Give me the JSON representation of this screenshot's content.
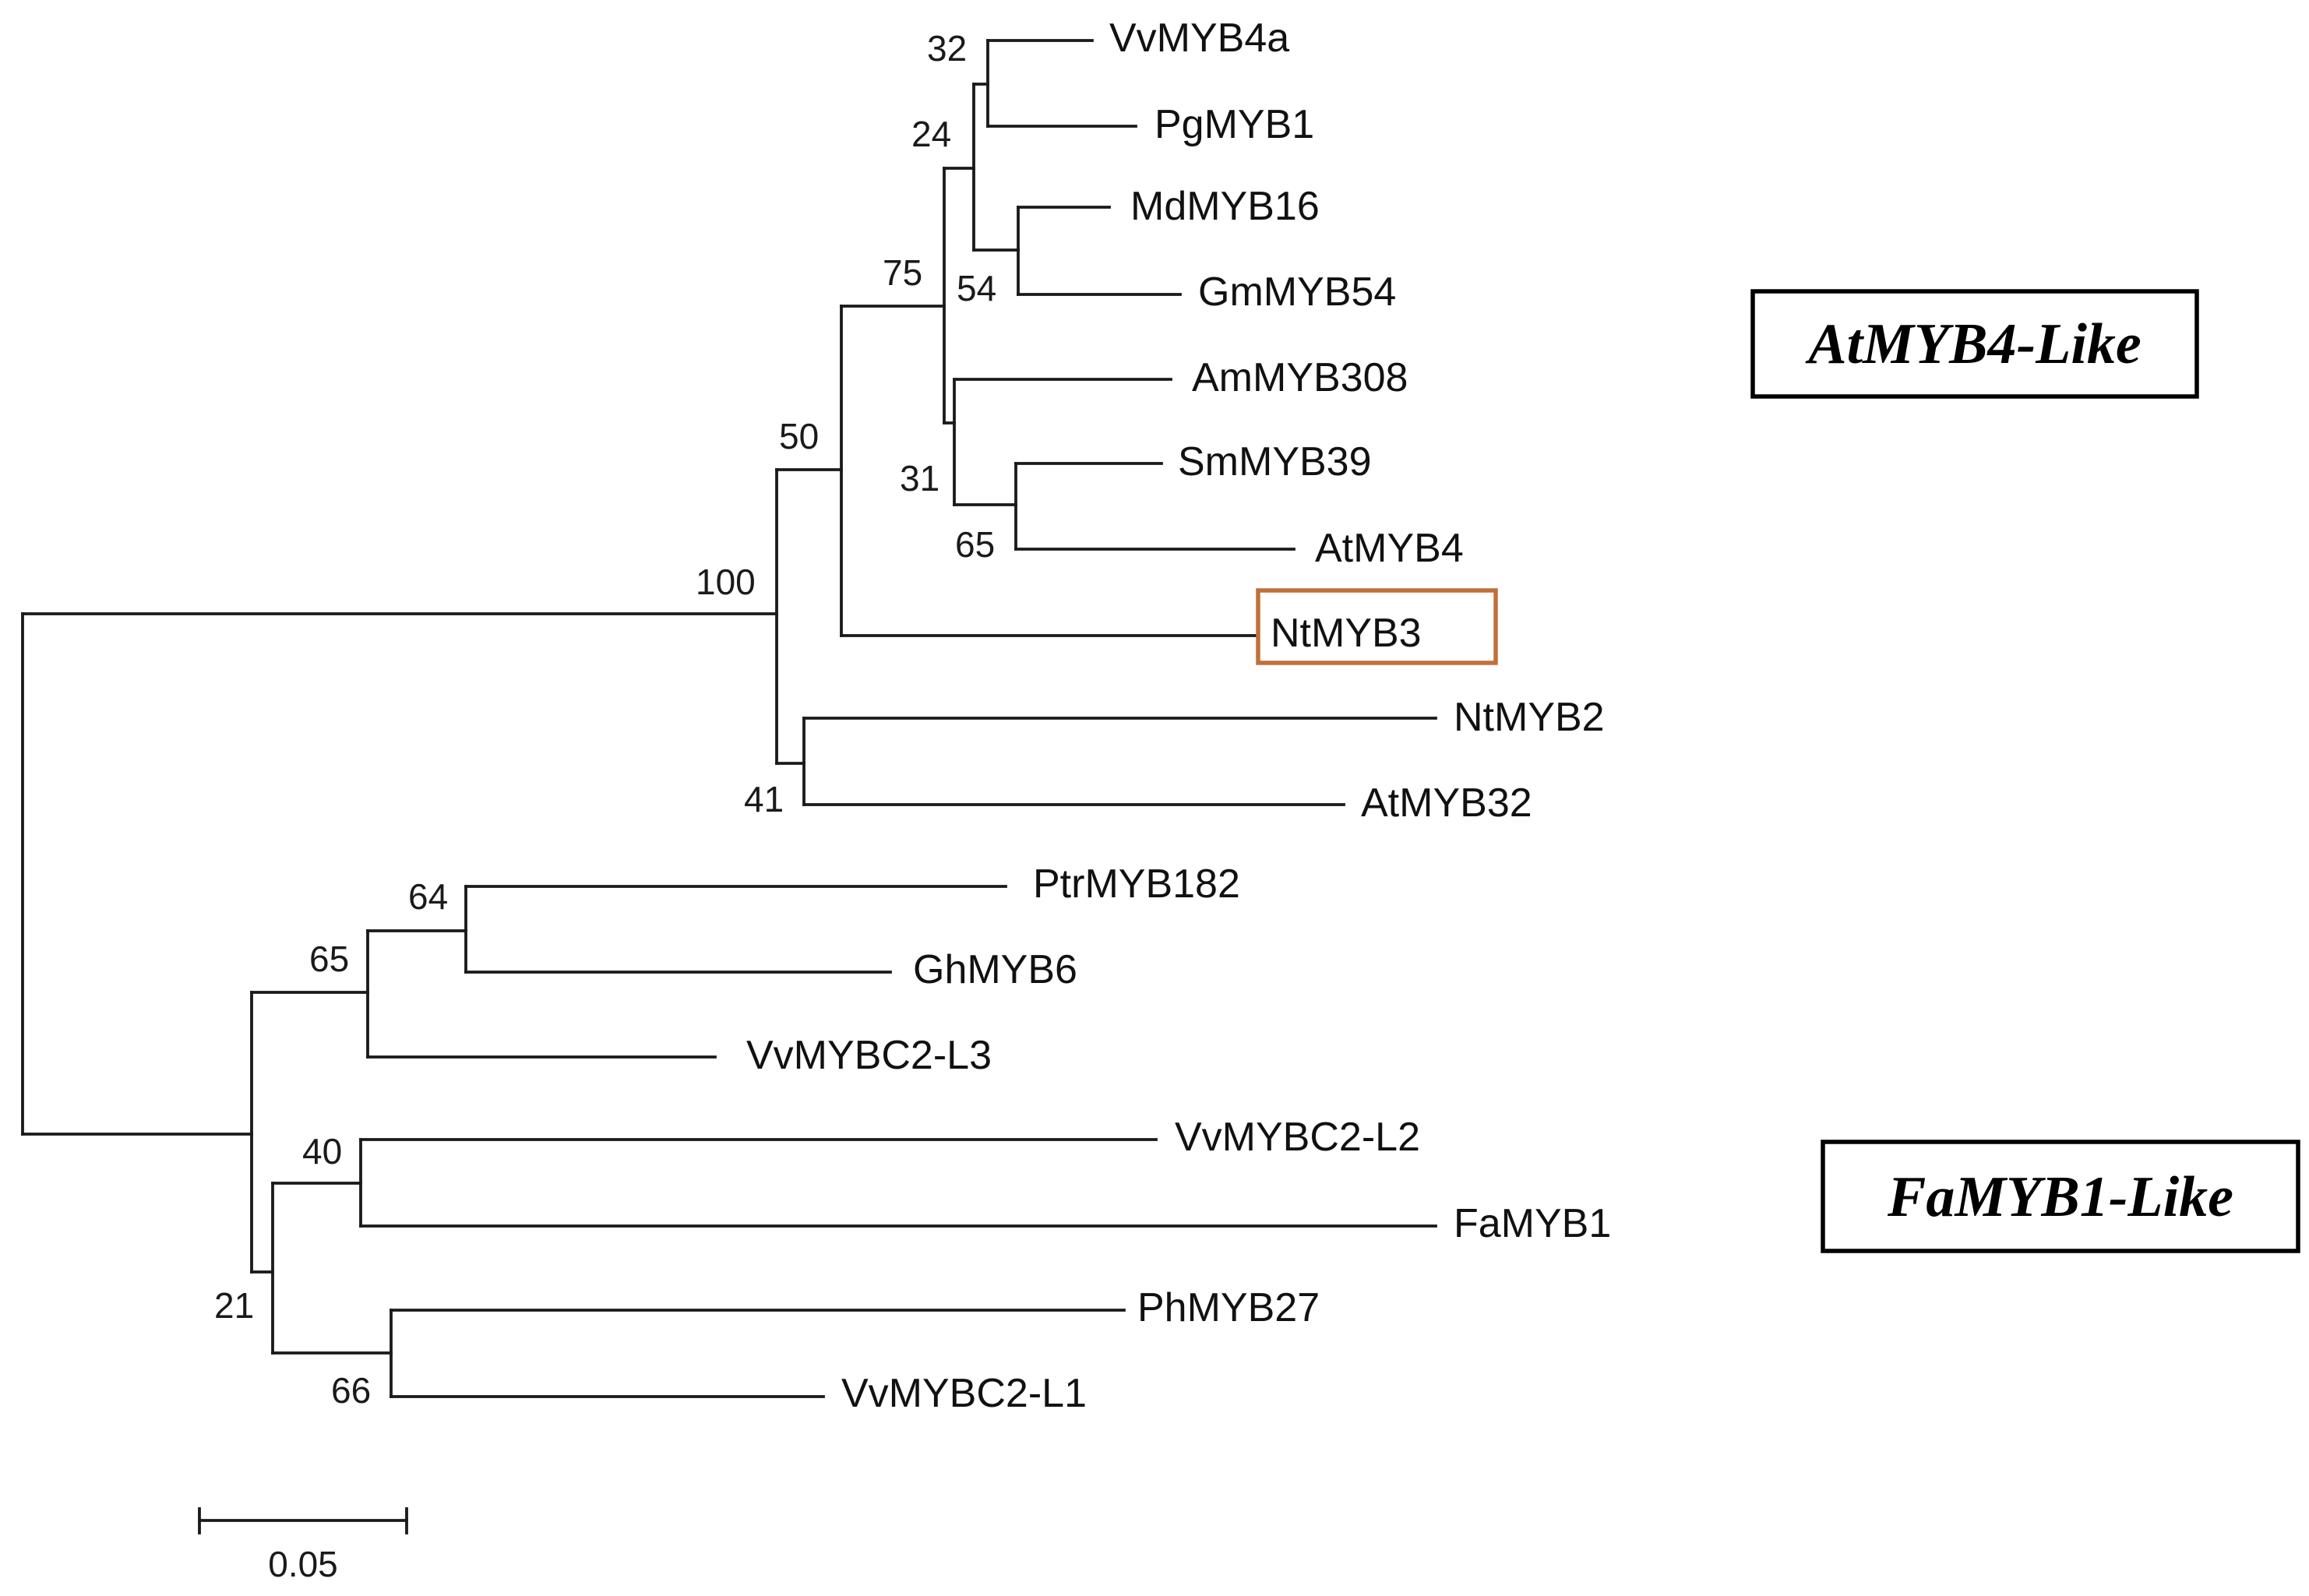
{
  "tree": {
    "leaves": [
      {
        "id": "vvmyb4a",
        "label": "VvMYB4a"
      },
      {
        "id": "pgmyb1",
        "label": "PgMYB1"
      },
      {
        "id": "mdmyb16",
        "label": "MdMYB16"
      },
      {
        "id": "gmmyb54",
        "label": "GmMYB54"
      },
      {
        "id": "ammyb308",
        "label": "AmMYB308"
      },
      {
        "id": "smmyb39",
        "label": "SmMYB39"
      },
      {
        "id": "atmyb4",
        "label": "AtMYB4"
      },
      {
        "id": "ntmyb3",
        "label": "NtMYB3",
        "highlighted": true
      },
      {
        "id": "ntmyb2",
        "label": "NtMYB2"
      },
      {
        "id": "atmyb32",
        "label": "AtMYB32"
      },
      {
        "id": "ptrmyb182",
        "label": "PtrMYB182"
      },
      {
        "id": "ghmyb6",
        "label": "GhMYB6"
      },
      {
        "id": "vvmybc2-l3",
        "label": "VvMYBC2-L3"
      },
      {
        "id": "vvmybc2-l2",
        "label": "VvMYBC2-L2"
      },
      {
        "id": "famyb1",
        "label": "FaMYB1"
      },
      {
        "id": "phmyb27",
        "label": "PhMYB27"
      },
      {
        "id": "vvmybc2-l1",
        "label": "VvMYBC2-L1"
      }
    ],
    "support_values": [
      {
        "node": "vvmyb4a-pgmyb1",
        "value": "32"
      },
      {
        "node": "vvmyb4a-pgmyb1-mdmyb16-gmmyb54",
        "value": "24"
      },
      {
        "node": "mdmyb16-gmmyb54",
        "value": "54"
      },
      {
        "node": "atmyb4-subclade",
        "value": "75"
      },
      {
        "node": "ammyb308-smmyb39-atmyb4",
        "value": "31"
      },
      {
        "node": "smmyb39-atmyb4",
        "value": "65"
      },
      {
        "node": "atmyb4-clade-with-ntmyb3",
        "value": "50"
      },
      {
        "node": "atmyb4-like",
        "value": "100"
      },
      {
        "node": "ntmyb2-atmyb32",
        "value": "41"
      },
      {
        "node": "ptrmyb182-ghmyb6",
        "value": "64"
      },
      {
        "node": "ptrmyb182-ghmyb6-vvmybc2-l3",
        "value": "65"
      },
      {
        "node": "vvmybc2-l2-famyb1",
        "value": "40"
      },
      {
        "node": "famyb1-like-lower",
        "value": "21"
      },
      {
        "node": "phmyb27-vvmybc2-l1",
        "value": "66"
      }
    ],
    "scale_bar": {
      "label": "0.05",
      "value": 0.05
    },
    "clades": [
      {
        "id": "atmyb4-like",
        "label": "AtMYB4-Like"
      },
      {
        "id": "famyb1-like",
        "label": "FaMYB1-Like"
      }
    ],
    "colors": {
      "branch": "#1a1a1a",
      "highlight": "#c0703a",
      "clade_box": "#000000"
    }
  }
}
